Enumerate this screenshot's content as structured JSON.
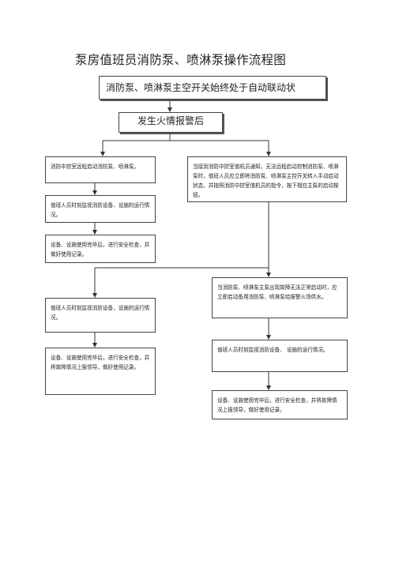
{
  "title": "泵房值班员消防泵、喷淋泵操作流程图",
  "top_box": "消防泵、喷淋泵主空开关始终处于自动联动状",
  "alarm_box": "发生火情报警后",
  "left_column": {
    "remote_start": "消防中控室远程启动消防泵、喷淋泵。",
    "monitor_1": "值班人员时刻监视消防设备、设施的运行情况。",
    "after_use_1": "设备、设施使用完毕后，进行安全检查，并做好使用记录。",
    "monitor_2": "值班人员时刻监视消防设备，设施的运行情况。",
    "after_use_2": "设备、设施使用完毕后，进行安全检查，并将故障情况上报领导，做好使用记录。"
  },
  "right_column": {
    "manual_start": "当接到消防中控室值机员通知，无法远程启动控制消防泵、喷淋泵时，值班人员应立即将消防泵、喷淋泵主控开关转入手动启动状态，并按照消防中控室值机员的指令，按下相应主泵的启动按钮。",
    "backup_pump": "当消防泵、喷淋泵主泵出现故障无法正常启动时，应立即启动备用消防泵、喷淋泵给报警火场供水。",
    "monitor_3": "值班人员时刻监视消防设备、    设施的运行情况。",
    "after_use_3": "设备、设施使用完毕后，进行安全检查，并将故障情况上报领导，做好使用记录。"
  }
}
